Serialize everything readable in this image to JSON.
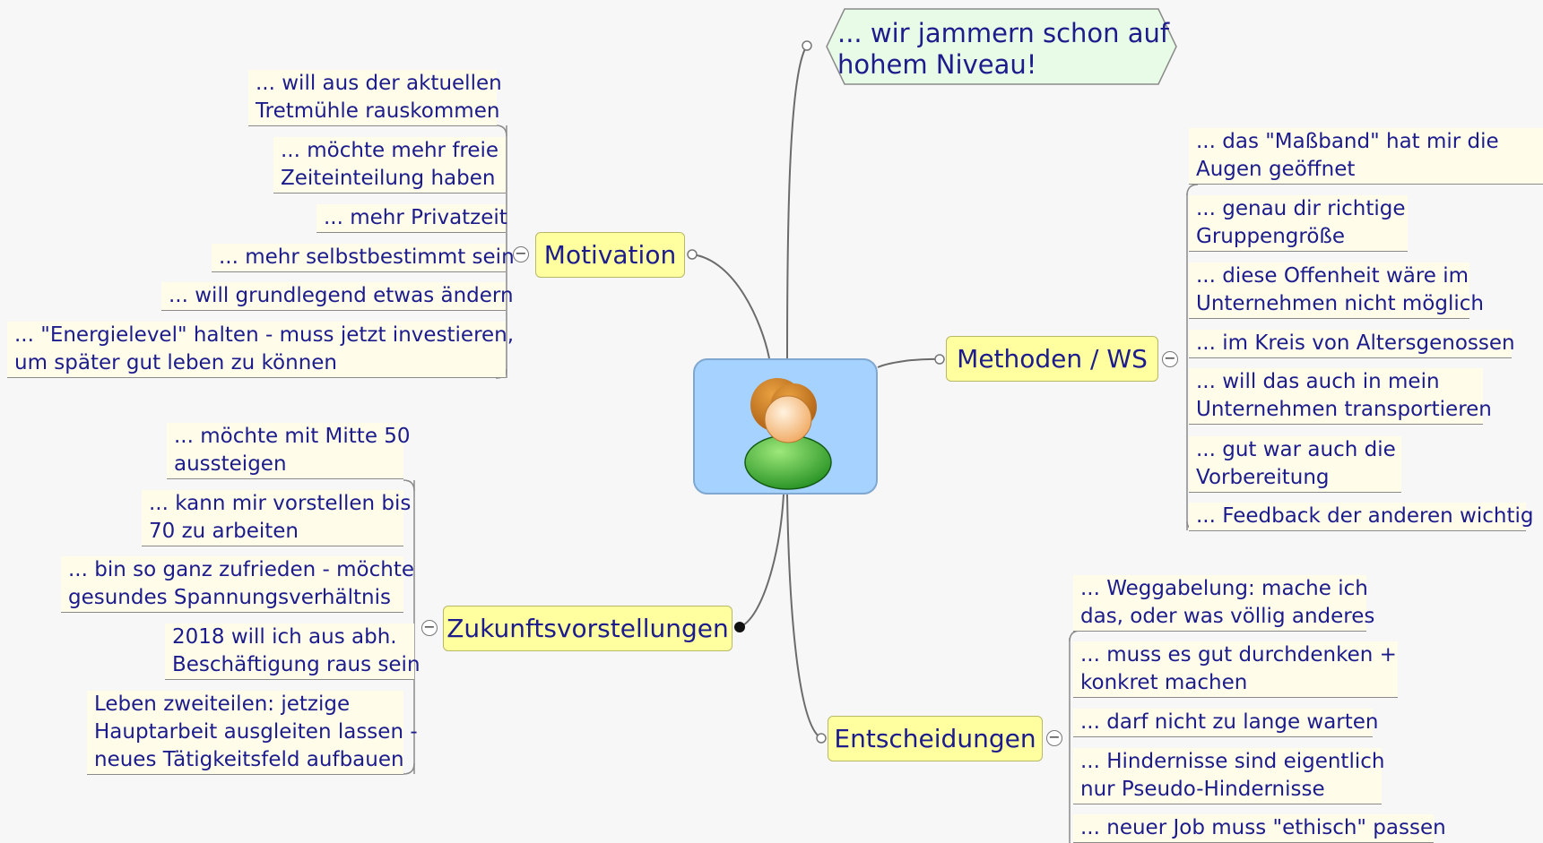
{
  "colors": {
    "leaf_bg": "#fffde9",
    "topic_bg": "#ffffa0",
    "central_bg": "#a5d2ff",
    "callout_bg": "#e8fbe6",
    "text": "#1c1c8c",
    "connector": "#6b6b6b"
  },
  "central": {
    "icon": "person-icon"
  },
  "callout": {
    "line1": "... wir jammern schon auf",
    "line2": "hohem Niveau!"
  },
  "collapse_symbol": "−",
  "motivation": {
    "label": "Motivation",
    "items": [
      {
        "line1": "... will aus der aktuellen",
        "line2": "Tretmühle rauskommen"
      },
      {
        "line1": "... möchte mehr freie",
        "line2": "Zeiteinteilung haben"
      },
      {
        "line1": "... mehr Privatzeit"
      },
      {
        "line1": "... mehr selbstbestimmt sein"
      },
      {
        "line1": "... will grundlegend etwas ändern"
      },
      {
        "line1": "... \"Energielevel\" halten - muss jetzt investieren,",
        "line2": "um später gut leben zu können"
      }
    ]
  },
  "methoden": {
    "label": "Methoden / WS",
    "items": [
      {
        "line1": "... das \"Maßband\" hat mir die",
        "line2": "Augen geöffnet"
      },
      {
        "line1": "... genau dir richtige",
        "line2": "Gruppengröße"
      },
      {
        "line1": "... diese Offenheit wäre im",
        "line2": "Unternehmen nicht möglich"
      },
      {
        "line1": "... im Kreis von Altersgenossen"
      },
      {
        "line1": "... will das auch in mein",
        "line2": "Unternehmen transportieren"
      },
      {
        "line1": "... gut war auch die",
        "line2": "Vorbereitung"
      },
      {
        "line1": "... Feedback der anderen wichtig"
      }
    ]
  },
  "zukunft": {
    "label": "Zukunftsvorstellungen",
    "items": [
      {
        "line1": "... möchte mit Mitte 50",
        "line2": "aussteigen"
      },
      {
        "line1": "... kann mir vorstellen bis",
        "line2": "70 zu arbeiten"
      },
      {
        "line1": "... bin so ganz zufrieden - möchte",
        "line2": "gesundes Spannungsverhältnis"
      },
      {
        "line1": "2018 will ich aus abh.",
        "line2": "Beschäftigung raus sein"
      },
      {
        "line1": "Leben zweiteilen: jetzige",
        "line2": "Hauptarbeit ausgleiten lassen -",
        "line3": "neues Tätigkeitsfeld aufbauen"
      }
    ]
  },
  "entscheidungen": {
    "label": "Entscheidungen",
    "items": [
      {
        "line1": "... Weggabelung: mache ich",
        "line2": "das, oder was völlig anderes"
      },
      {
        "line1": "... muss es gut durchdenken +",
        "line2": "konkret machen"
      },
      {
        "line1": "... darf nicht zu lange warten"
      },
      {
        "line1": "... Hindernisse sind eigentlich",
        "line2": "nur Pseudo-Hindernisse"
      },
      {
        "line1": "... neuer Job muss \"ethisch\" passen"
      }
    ]
  }
}
